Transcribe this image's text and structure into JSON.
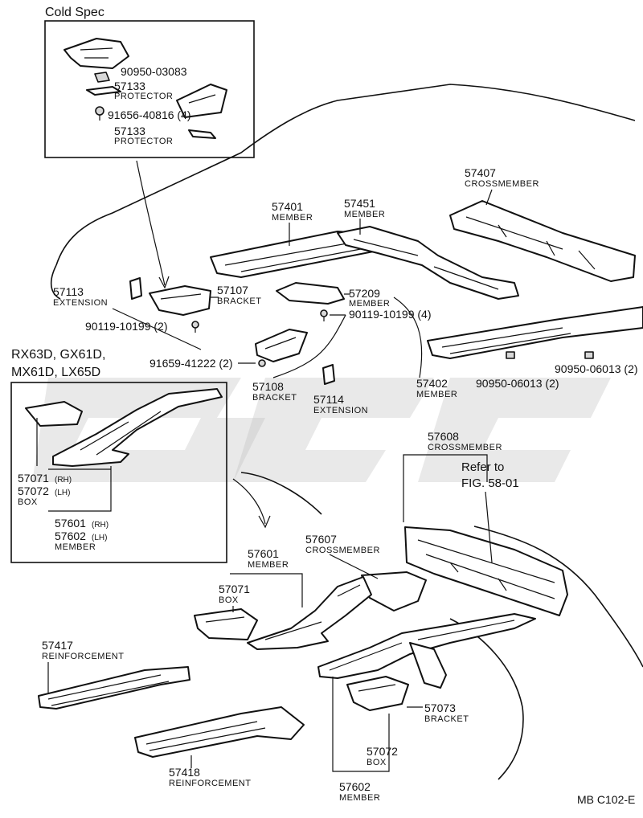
{
  "cold_spec": {
    "title": "Cold Spec",
    "p1_no": "90950-03083",
    "p2_no": "57133",
    "p2_name": "PROTECTOR",
    "p3_no": "91656-40816 (4)",
    "p4_no": "57133",
    "p4_name": "PROTECTOR"
  },
  "variants": {
    "line1": "RX63D,  GX61D,",
    "line2": "MX61D,  LX65D",
    "box_no1": "57071",
    "box_side1": "(RH)",
    "box_no2": "57072",
    "box_side2": "(LH)",
    "box_name": "BOX",
    "member_no1": "57601",
    "member_side1": "(RH)",
    "member_no2": "57602",
    "member_side2": "(LH)",
    "member_name": "MEMBER"
  },
  "labels": {
    "p57407_no": "57407",
    "p57407_name": "CROSSMEMBER",
    "p57401_no": "57401",
    "p57401_name": "MEMBER",
    "p57451_no": "57451",
    "p57451_name": "MEMBER",
    "p57113_no": "57113",
    "p57113_name": "EXTENSION",
    "p57107_no": "57107",
    "p57107_name": "BRACKET",
    "p57209_no": "57209",
    "p57209_name": "MEMBER",
    "p90119a_no": "90119-10199 (2)",
    "p90119b_no": "90119-10199 (4)",
    "p91659_no": "91659-41222 (2)",
    "p57108_no": "57108",
    "p57108_name": "BRACKET",
    "p57114_no": "57114",
    "p57114_name": "EXTENSION",
    "p57402_no": "57402",
    "p57402_name": "MEMBER",
    "p90950a_no": "90950-06013 (2)",
    "p90950b_no": "90950-06013 (2)",
    "p57608_no": "57608",
    "p57608_name": "CROSSMEMBER",
    "refer_line1": "Refer to",
    "refer_line2": "FIG. 58-01",
    "p57607_no": "57607",
    "p57607_name": "CROSSMEMBER",
    "p57601_no": "57601",
    "p57601_name": "MEMBER",
    "p57071_no": "57071",
    "p57071_name": "BOX",
    "p57417_no": "57417",
    "p57417_name": "REINFORCEMENT",
    "p57418_no": "57418",
    "p57418_name": "REINFORCEMENT",
    "p57073_no": "57073",
    "p57073_name": "BRACKET",
    "p57072_no": "57072",
    "p57072_name": "BOX",
    "p57602_no": "57602",
    "p57602_name": "MEMBER"
  },
  "footer": {
    "figure_code": "MB  C102-E"
  },
  "colors": {
    "ink": "#111111",
    "paper": "#ffffff",
    "watermark": "#bfbfbf"
  }
}
